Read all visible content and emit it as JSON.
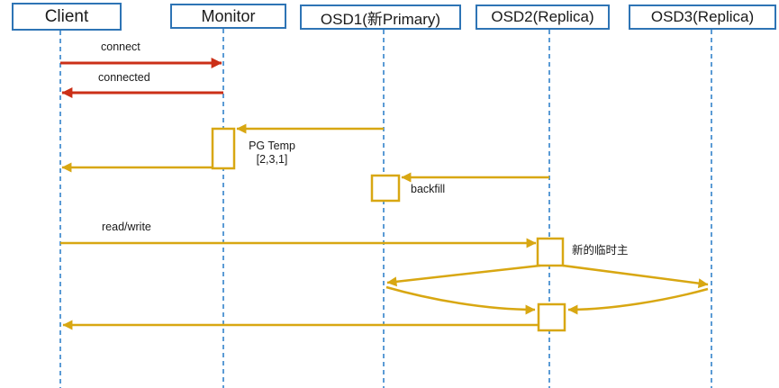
{
  "colors": {
    "border": "#2E74B5",
    "lifeline": "#5B9BD5",
    "gold": "#D8A712",
    "red": "#CB2F17",
    "text": "#1A1A1A",
    "bg": "#FFFFFF"
  },
  "actors": [
    {
      "label": "Client"
    },
    {
      "label": "Monitor"
    },
    {
      "label": "OSD1(新Primary)"
    },
    {
      "label": "OSD2(Replica)"
    },
    {
      "label": "OSD3(Replica)"
    }
  ],
  "labels": {
    "connect": "connect",
    "connected": "connected",
    "pg_temp_line1": "PG Temp",
    "pg_temp_line2": "[2,3,1]",
    "backfill": "backfill",
    "read_write": "read/write",
    "temp_primary_note": "新的临时主"
  },
  "messages": [
    {
      "from": "Client",
      "to": "Monitor",
      "label": "connect",
      "style": "red"
    },
    {
      "from": "Monitor",
      "to": "Client",
      "label": "connected",
      "style": "red"
    },
    {
      "from": "OSD1(新Primary)",
      "to": "Monitor",
      "label": "PG Temp [2,3,1]",
      "style": "gold"
    },
    {
      "from": "Monitor",
      "to": "Client",
      "label": "",
      "style": "gold"
    },
    {
      "from": "OSD2(Replica)",
      "to": "OSD1(新Primary)",
      "label": "backfill",
      "style": "gold"
    },
    {
      "from": "Client",
      "to": "OSD2(Replica)",
      "label": "read/write",
      "note": "新的临时主",
      "style": "gold"
    },
    {
      "from": "OSD2(Replica)",
      "to": "OSD1(新Primary)",
      "label": "",
      "style": "gold"
    },
    {
      "from": "OSD2(Replica)",
      "to": "OSD3(Replica)",
      "label": "",
      "style": "gold"
    },
    {
      "from": "OSD1(新Primary)",
      "to": "OSD2(Replica)",
      "label": "",
      "style": "gold"
    },
    {
      "from": "OSD3(Replica)",
      "to": "OSD2(Replica)",
      "label": "",
      "style": "gold"
    },
    {
      "from": "OSD2(Replica)",
      "to": "Client",
      "label": "",
      "style": "gold"
    }
  ]
}
